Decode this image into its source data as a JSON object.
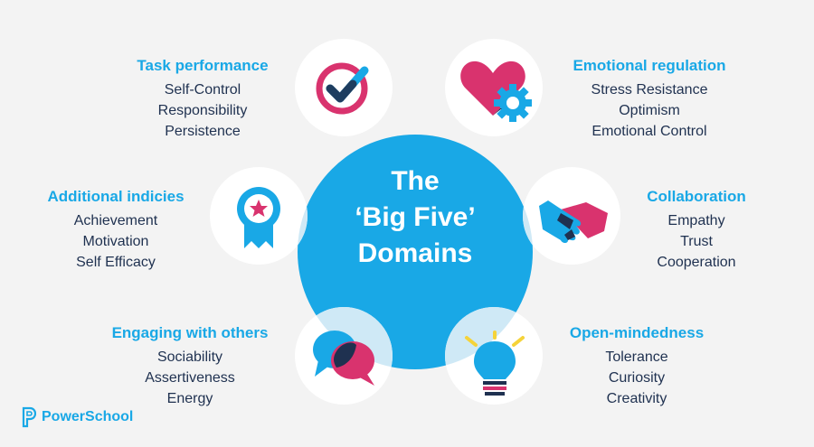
{
  "center": {
    "line1": "The",
    "line2": "‘Big Five’",
    "line3": "Domains"
  },
  "domains": [
    {
      "title": "Task performance",
      "items": [
        "Self-Control",
        "Responsibility",
        "Persistence"
      ],
      "icon": "checkmark-icon"
    },
    {
      "title": "Emotional regulation",
      "items": [
        "Stress Resistance",
        "Optimism",
        "Emotional Control"
      ],
      "icon": "heart-gear-icon"
    },
    {
      "title": "Additional indicies",
      "items": [
        "Achievement",
        "Motivation",
        "Self Efficacy"
      ],
      "icon": "award-ribbon-icon"
    },
    {
      "title": "Collaboration",
      "items": [
        "Empathy",
        "Trust",
        "Cooperation"
      ],
      "icon": "handshake-icon"
    },
    {
      "title": "Engaging with others",
      "items": [
        "Sociability",
        "Assertiveness",
        "Energy"
      ],
      "icon": "speech-bubbles-icon"
    },
    {
      "title": "Open-mindedness",
      "items": [
        "Tolerance",
        "Curiosity",
        "Creativity"
      ],
      "icon": "lightbulb-icon"
    }
  ],
  "logo": {
    "text": "PowerSchool"
  },
  "colors": {
    "accent": "#19a8e6",
    "pink": "#d9336e",
    "navy": "#1f3150",
    "yellow": "#f5d33a",
    "background": "#f3f3f3"
  }
}
